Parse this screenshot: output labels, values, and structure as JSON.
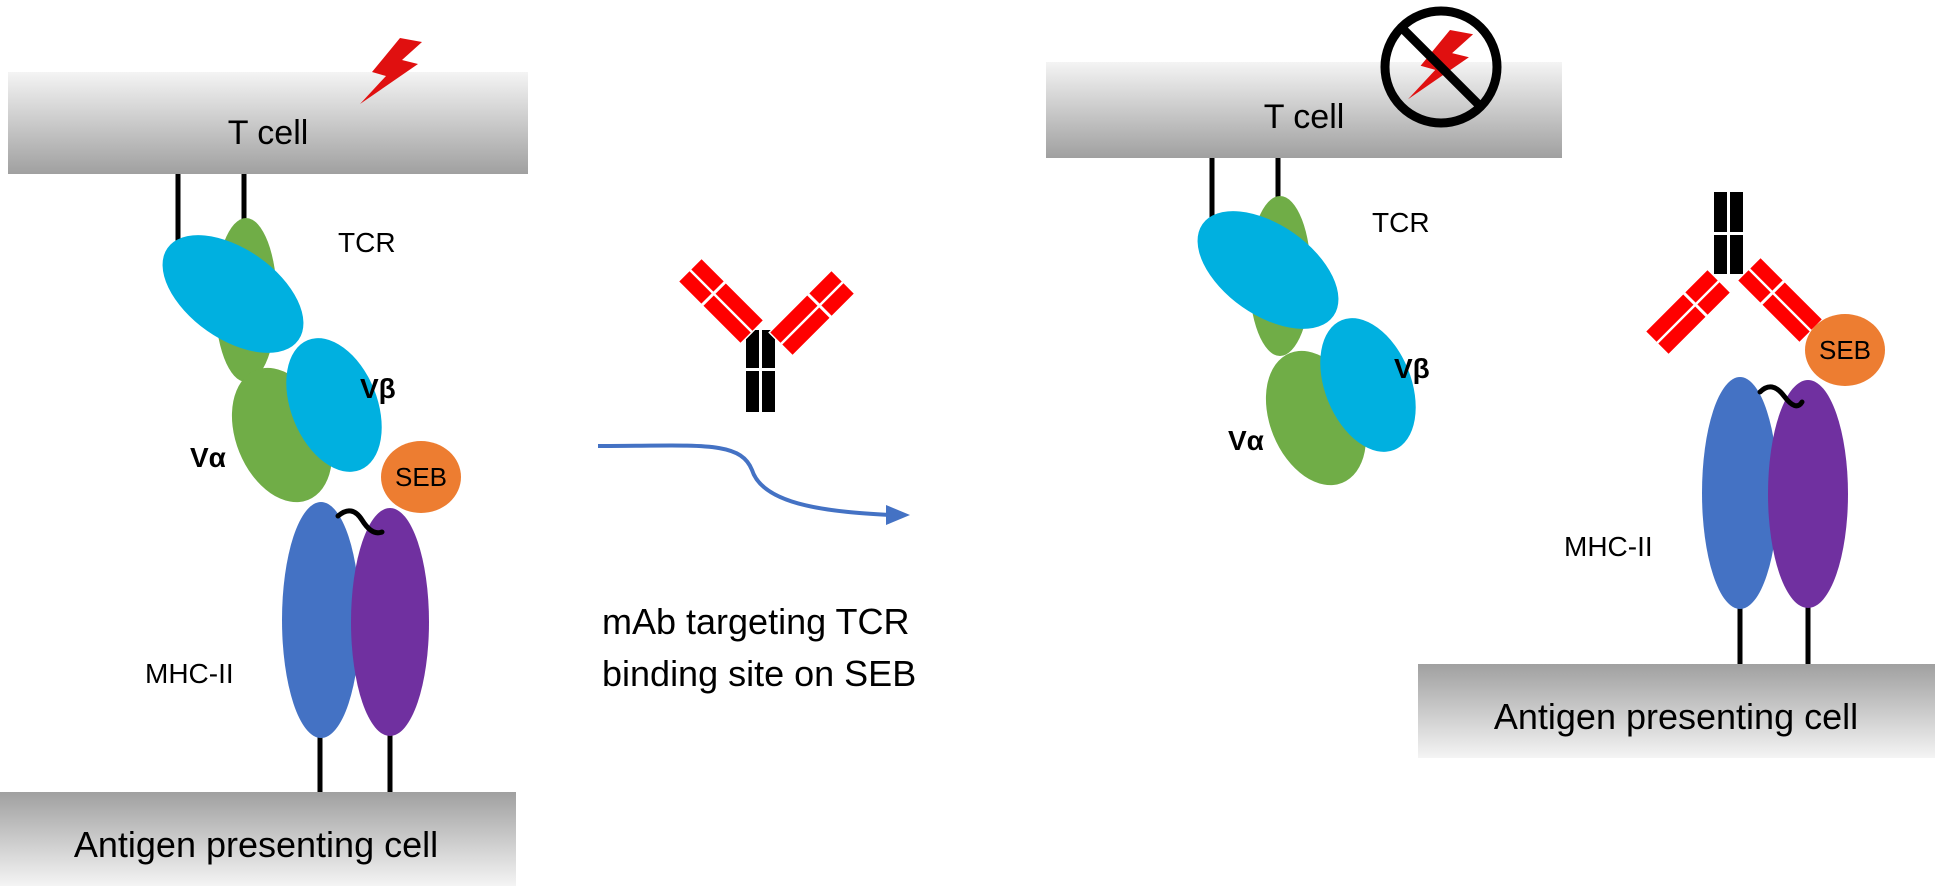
{
  "colors": {
    "membrane_light": "#f2f2f2",
    "membrane_dark": "#9e9e9e",
    "tcr_alpha": "#70ad47",
    "tcr_beta": "#00b0e0",
    "mhc_left": "#4472c4",
    "mhc_right": "#7030a0",
    "seb": "#ed7d31",
    "antibody_arm": "#ff0000",
    "antibody_stem": "#000000",
    "lightning": "#e01010",
    "arrow": "#4472c4"
  },
  "left_panel": {
    "t_cell_label": "T cell",
    "tcr_label": "TCR",
    "v_beta_label": "Vβ",
    "v_alpha_label": "Vα",
    "seb_label": "SEB",
    "mhc_label": "MHC-II",
    "apc_label": "Antigen presenting cell",
    "signal_icon": "lightning-bolt-icon"
  },
  "middle": {
    "caption_line1": "mAb targeting TCR",
    "caption_line2": "binding site on SEB",
    "antibody_icon": "antibody-icon"
  },
  "right_panel": {
    "t_cell_label": "T cell",
    "tcr_label": "TCR",
    "v_beta_label": "Vβ",
    "v_alpha_label": "Vα",
    "seb_label": "SEB",
    "mhc_label": "MHC-II",
    "apc_label": "Antigen presenting cell",
    "blocked_signal_icon": "no-signal-icon"
  }
}
